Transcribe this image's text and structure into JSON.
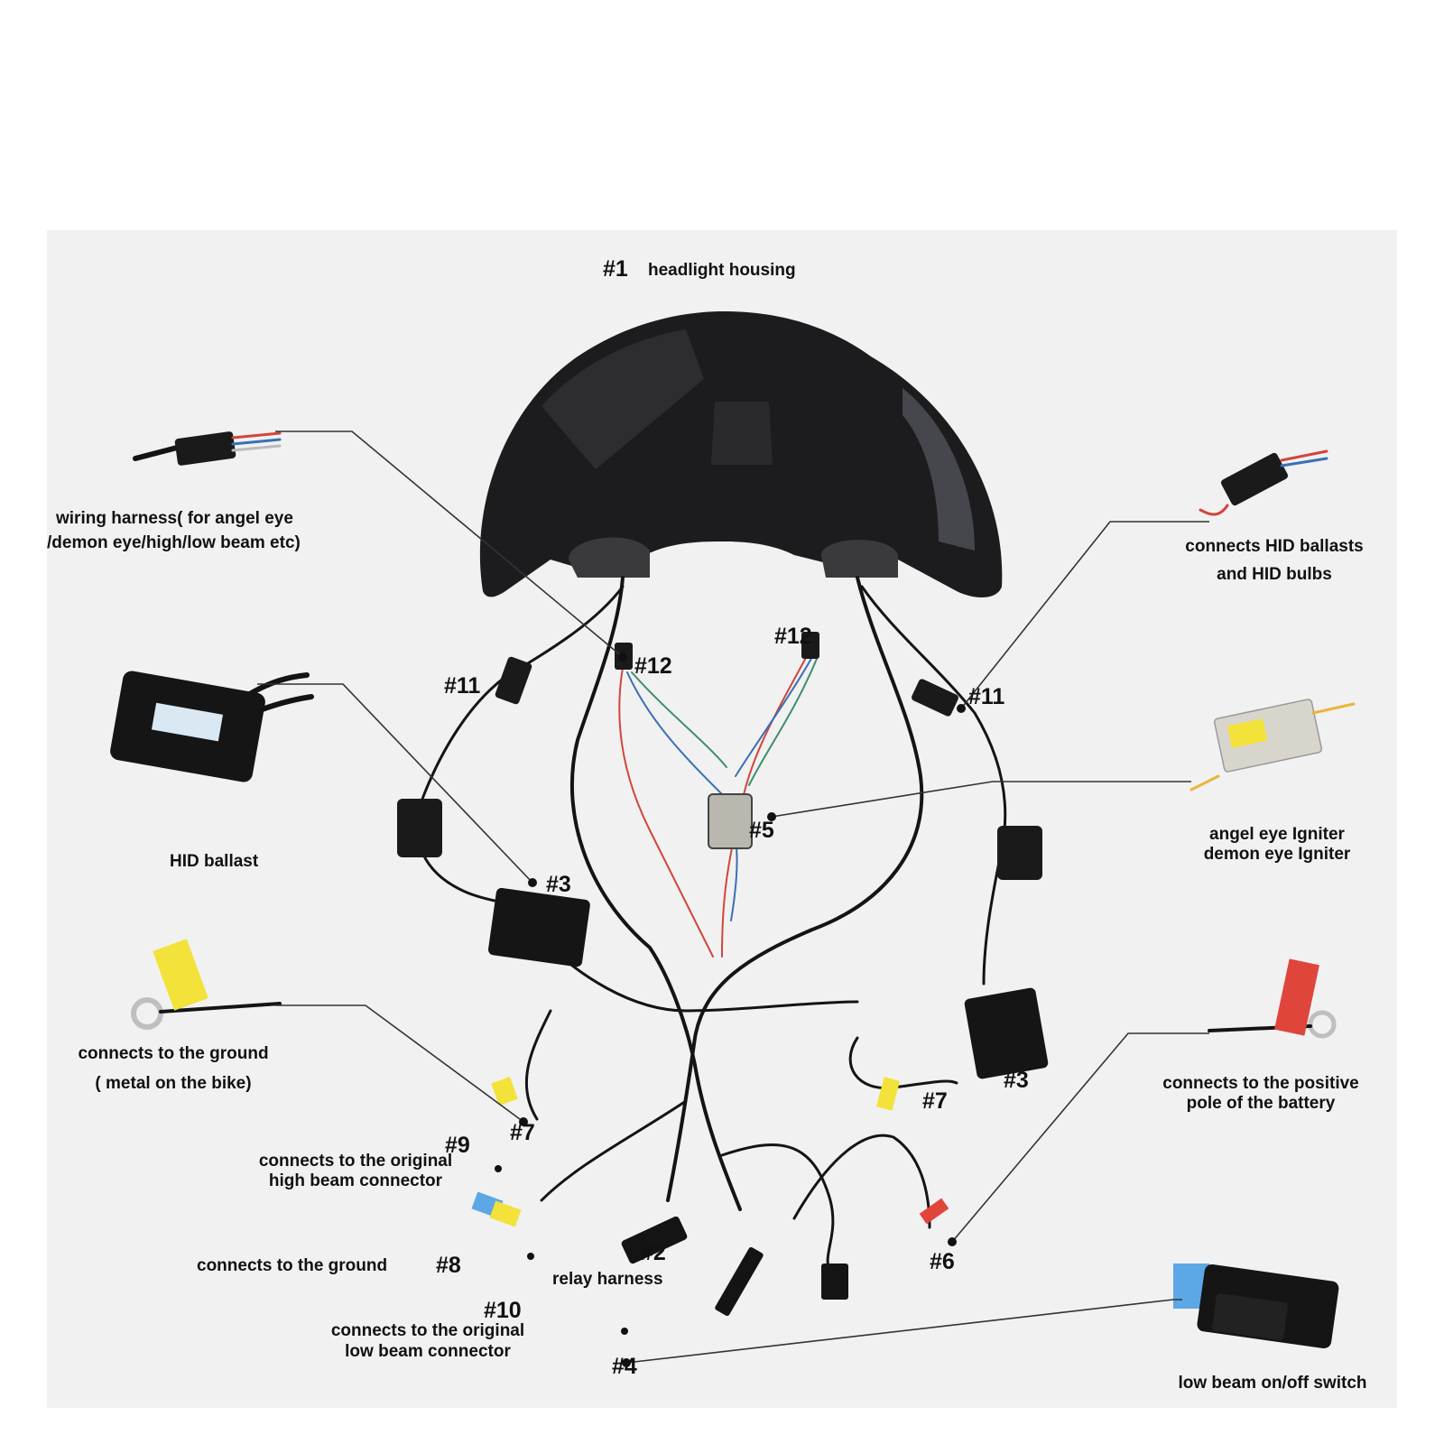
{
  "colors": {
    "background": "#f1f1f1",
    "housing": "#1c1c1e",
    "wire_black": "#141414",
    "wire_red": "#d0463c",
    "wire_blue": "#3a6fb6",
    "wire_green": "#3c8f6a",
    "tag_yellow": "#f2e23a",
    "tag_red": "#e0453c",
    "tag_blue": "#5ea7e6",
    "leader": "#333333"
  },
  "labels": {
    "n1": "#1",
    "headlight_housing": "headlight housing",
    "wiring_harness_l1": "wiring harness( for angel eye",
    "wiring_harness_l2": "/demon eye/high/low beam etc)",
    "connects_hid_l1": "connects HID ballasts",
    "connects_hid_l2": "and HID bulbs",
    "n12_left": "#12",
    "n12_right": "#12",
    "n11_left": "#11",
    "n11_right": "#11",
    "hid_ballast": "HID ballast",
    "angel_eye_igniter": "angel eye Igniter",
    "demon_eye_igniter": "demon eye Igniter",
    "n5": "#5",
    "n3_left": "#3",
    "n3_right": "#3",
    "ground_l1": "connects to the ground",
    "ground_l2": "( metal on the bike)",
    "positive_l1": "connects to the positive",
    "positive_l2": "pole of the battery",
    "n7_left": "#7",
    "n7_right": "#7",
    "n9": "#9",
    "high_beam_l1": "connects to the original",
    "high_beam_l2": "high beam connector",
    "ground_8": "connects to the ground",
    "n8": "#8",
    "n2": "#2",
    "relay_harness": "relay harness",
    "n6": "#6",
    "n10": "#10",
    "low_beam_l1": "connects to the original",
    "low_beam_l2": "low beam connector",
    "n4": "#4",
    "low_beam_switch": "low beam on/off switch"
  }
}
